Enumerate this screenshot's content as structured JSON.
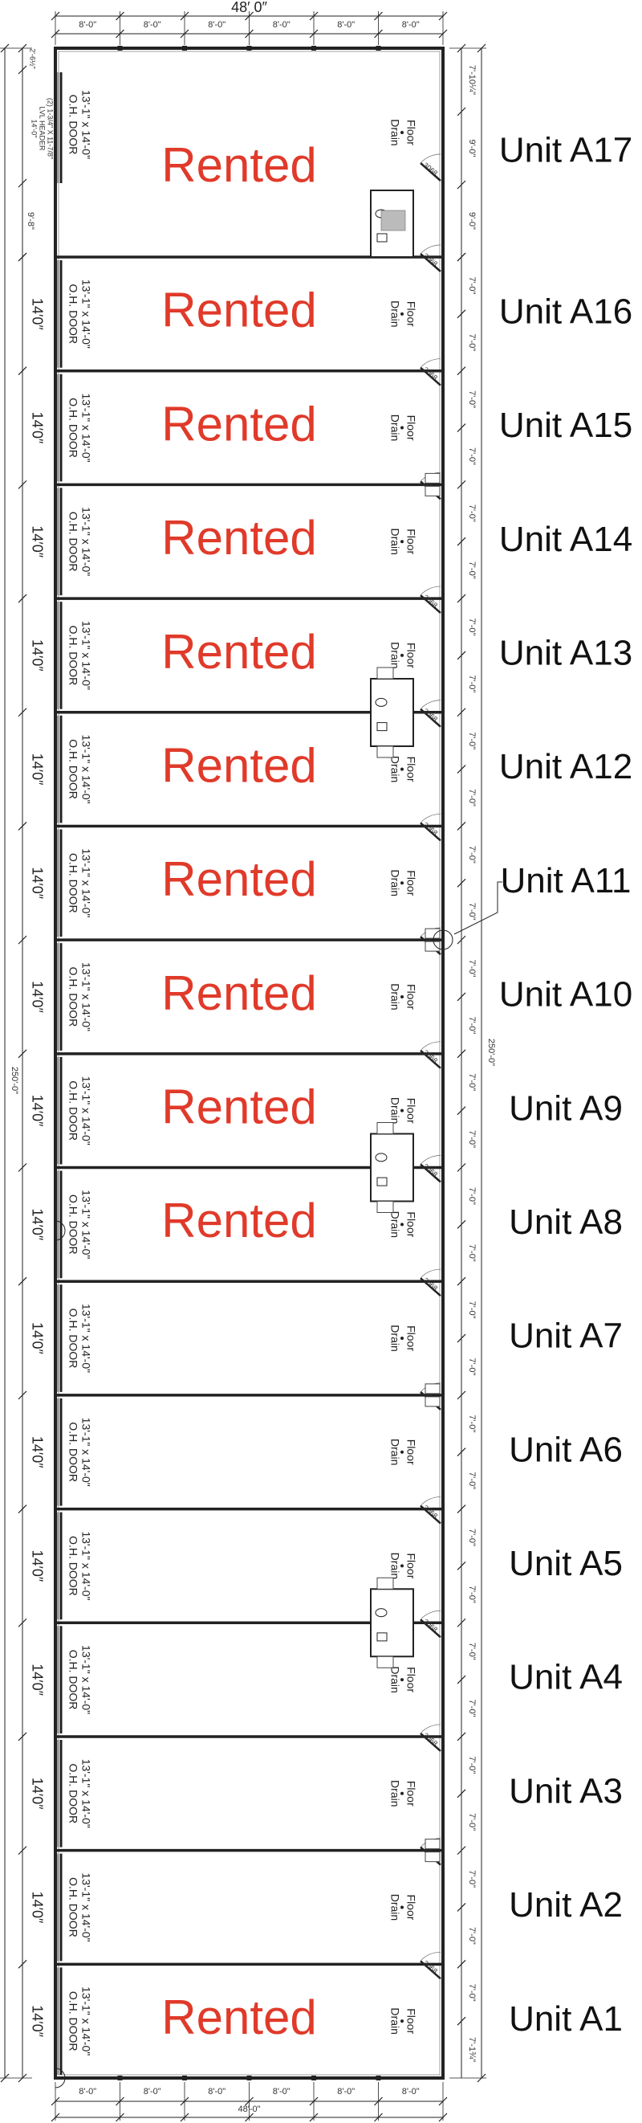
{
  "colors": {
    "rented": "#e03a2a",
    "line": "#222222"
  },
  "top_dims": {
    "overall": "48′ 0″",
    "bays": [
      "8'-0\"",
      "8'-0\"",
      "8'-0\"",
      "8'-0\"",
      "8'-0\"",
      "8'-0\""
    ]
  },
  "bottom_dims": {
    "overall": "48'-0\"",
    "bays": [
      "8'-0\"",
      "8'-0\"",
      "8'-0\"",
      "8'-0\"",
      "8'-0\"",
      "8'-0\""
    ]
  },
  "overall_length": {
    "left": "250'-0\"",
    "right": "250'-0\""
  },
  "door_tag": "3068",
  "unit_a17": {
    "left_dims": [
      "2'-6½\"",
      "9'-8\""
    ],
    "header_note": [
      "(2) 1-3/4\" X 11-7/8\"",
      "LVL HEADER",
      "14'-0\""
    ],
    "right_dims": [
      "7'-10¼\"",
      "9'-0\"",
      "9'-0\""
    ]
  },
  "unit_a1_right_dims": [
    "7'-0\"",
    "7'-1¾\""
  ],
  "units": [
    {
      "name": "Unit A17",
      "status": "Rented",
      "door": [
        "13'-1\" x 14'-0\"",
        "O.H. DOOR"
      ],
      "drain": [
        "Floor",
        "Drain"
      ],
      "left_dim": ""
    },
    {
      "name": "Unit A16",
      "status": "Rented",
      "door": [
        "13'-1\" x 14'-0\"",
        "O.H. DOOR"
      ],
      "drain": [
        "Floor",
        "Drain"
      ],
      "left_dim": "14′0″"
    },
    {
      "name": "Unit A15",
      "status": "Rented",
      "door": [
        "13'-1\" x 14'-0\"",
        "O.H. DOOR"
      ],
      "drain": [
        "Floor",
        "Drain"
      ],
      "left_dim": "14′0″"
    },
    {
      "name": "Unit A14",
      "status": "Rented",
      "door": [
        "13'-1\" x 14'-0\"",
        "O.H. DOOR"
      ],
      "drain": [
        "Floor",
        "Drain"
      ],
      "left_dim": "14′0″"
    },
    {
      "name": "Unit A13",
      "status": "Rented",
      "door": [
        "13'-1\" x 14'-0\"",
        "O.H. DOOR"
      ],
      "drain": [
        "Floor",
        "Drain"
      ],
      "left_dim": "14′0″"
    },
    {
      "name": "Unit A12",
      "status": "Rented",
      "door": [
        "13'-1\" x 14'-0\"",
        "O.H. DOOR"
      ],
      "drain": [
        "Floor",
        "Drain"
      ],
      "left_dim": "14′0″"
    },
    {
      "name": "Unit A11",
      "status": "Rented",
      "door": [
        "13'-1\" x 14'-0\"",
        "O.H. DOOR"
      ],
      "drain": [
        "Floor",
        "Drain"
      ],
      "left_dim": "14′0″"
    },
    {
      "name": "Unit A10",
      "status": "Rented",
      "door": [
        "13'-1\" x 14'-0\"",
        "O.H. DOOR"
      ],
      "drain": [
        "Floor",
        "Drain"
      ],
      "left_dim": "14′0″"
    },
    {
      "name": "Unit A9",
      "status": "Rented",
      "door": [
        "13'-1\" x 14'-0\"",
        "O.H. DOOR"
      ],
      "drain": [
        "Floor",
        "Drain"
      ],
      "left_dim": "14′0″"
    },
    {
      "name": "Unit A8",
      "status": "Rented",
      "door": [
        "13'-1\" x 14'-0\"",
        "O.H. DOOR"
      ],
      "drain": [
        "Floor",
        "Drain"
      ],
      "left_dim": "14′0″"
    },
    {
      "name": "Unit A7",
      "status": "",
      "door": [
        "13'-1\" x 14'-0\"",
        "O.H. DOOR"
      ],
      "drain": [
        "Floor",
        "Drain"
      ],
      "left_dim": "14′0″"
    },
    {
      "name": "Unit A6",
      "status": "",
      "door": [
        "13'-1\" x 14'-0\"",
        "O.H. DOOR"
      ],
      "drain": [
        "Floor",
        "Drain"
      ],
      "left_dim": "14′0″"
    },
    {
      "name": "Unit A5",
      "status": "",
      "door": [
        "13'-1\" x 14'-0\"",
        "O.H. DOOR"
      ],
      "drain": [
        "Floor",
        "Drain"
      ],
      "left_dim": "14′0″"
    },
    {
      "name": "Unit A4",
      "status": "",
      "door": [
        "13'-1\" x 14'-0\"",
        "O.H. DOOR"
      ],
      "drain": [
        "Floor",
        "Drain"
      ],
      "left_dim": "14′0″"
    },
    {
      "name": "Unit A3",
      "status": "",
      "door": [
        "13'-1\" x 14'-0\"",
        "O.H. DOOR"
      ],
      "drain": [
        "Floor",
        "Drain"
      ],
      "left_dim": "14′0″"
    },
    {
      "name": "Unit A2",
      "status": "",
      "door": [
        "13'-1\" x 14'-0\"",
        "O.H. DOOR"
      ],
      "drain": [
        "Floor",
        "Drain"
      ],
      "left_dim": "14′0″"
    },
    {
      "name": "Unit A1",
      "status": "Rented",
      "door": [
        "13'-1\" x 14'-0\"",
        "O.H. DOOR"
      ],
      "drain": [
        "Floor",
        "Drain"
      ],
      "left_dim": "14′0″"
    }
  ],
  "std_half_dim": "7'-0\""
}
